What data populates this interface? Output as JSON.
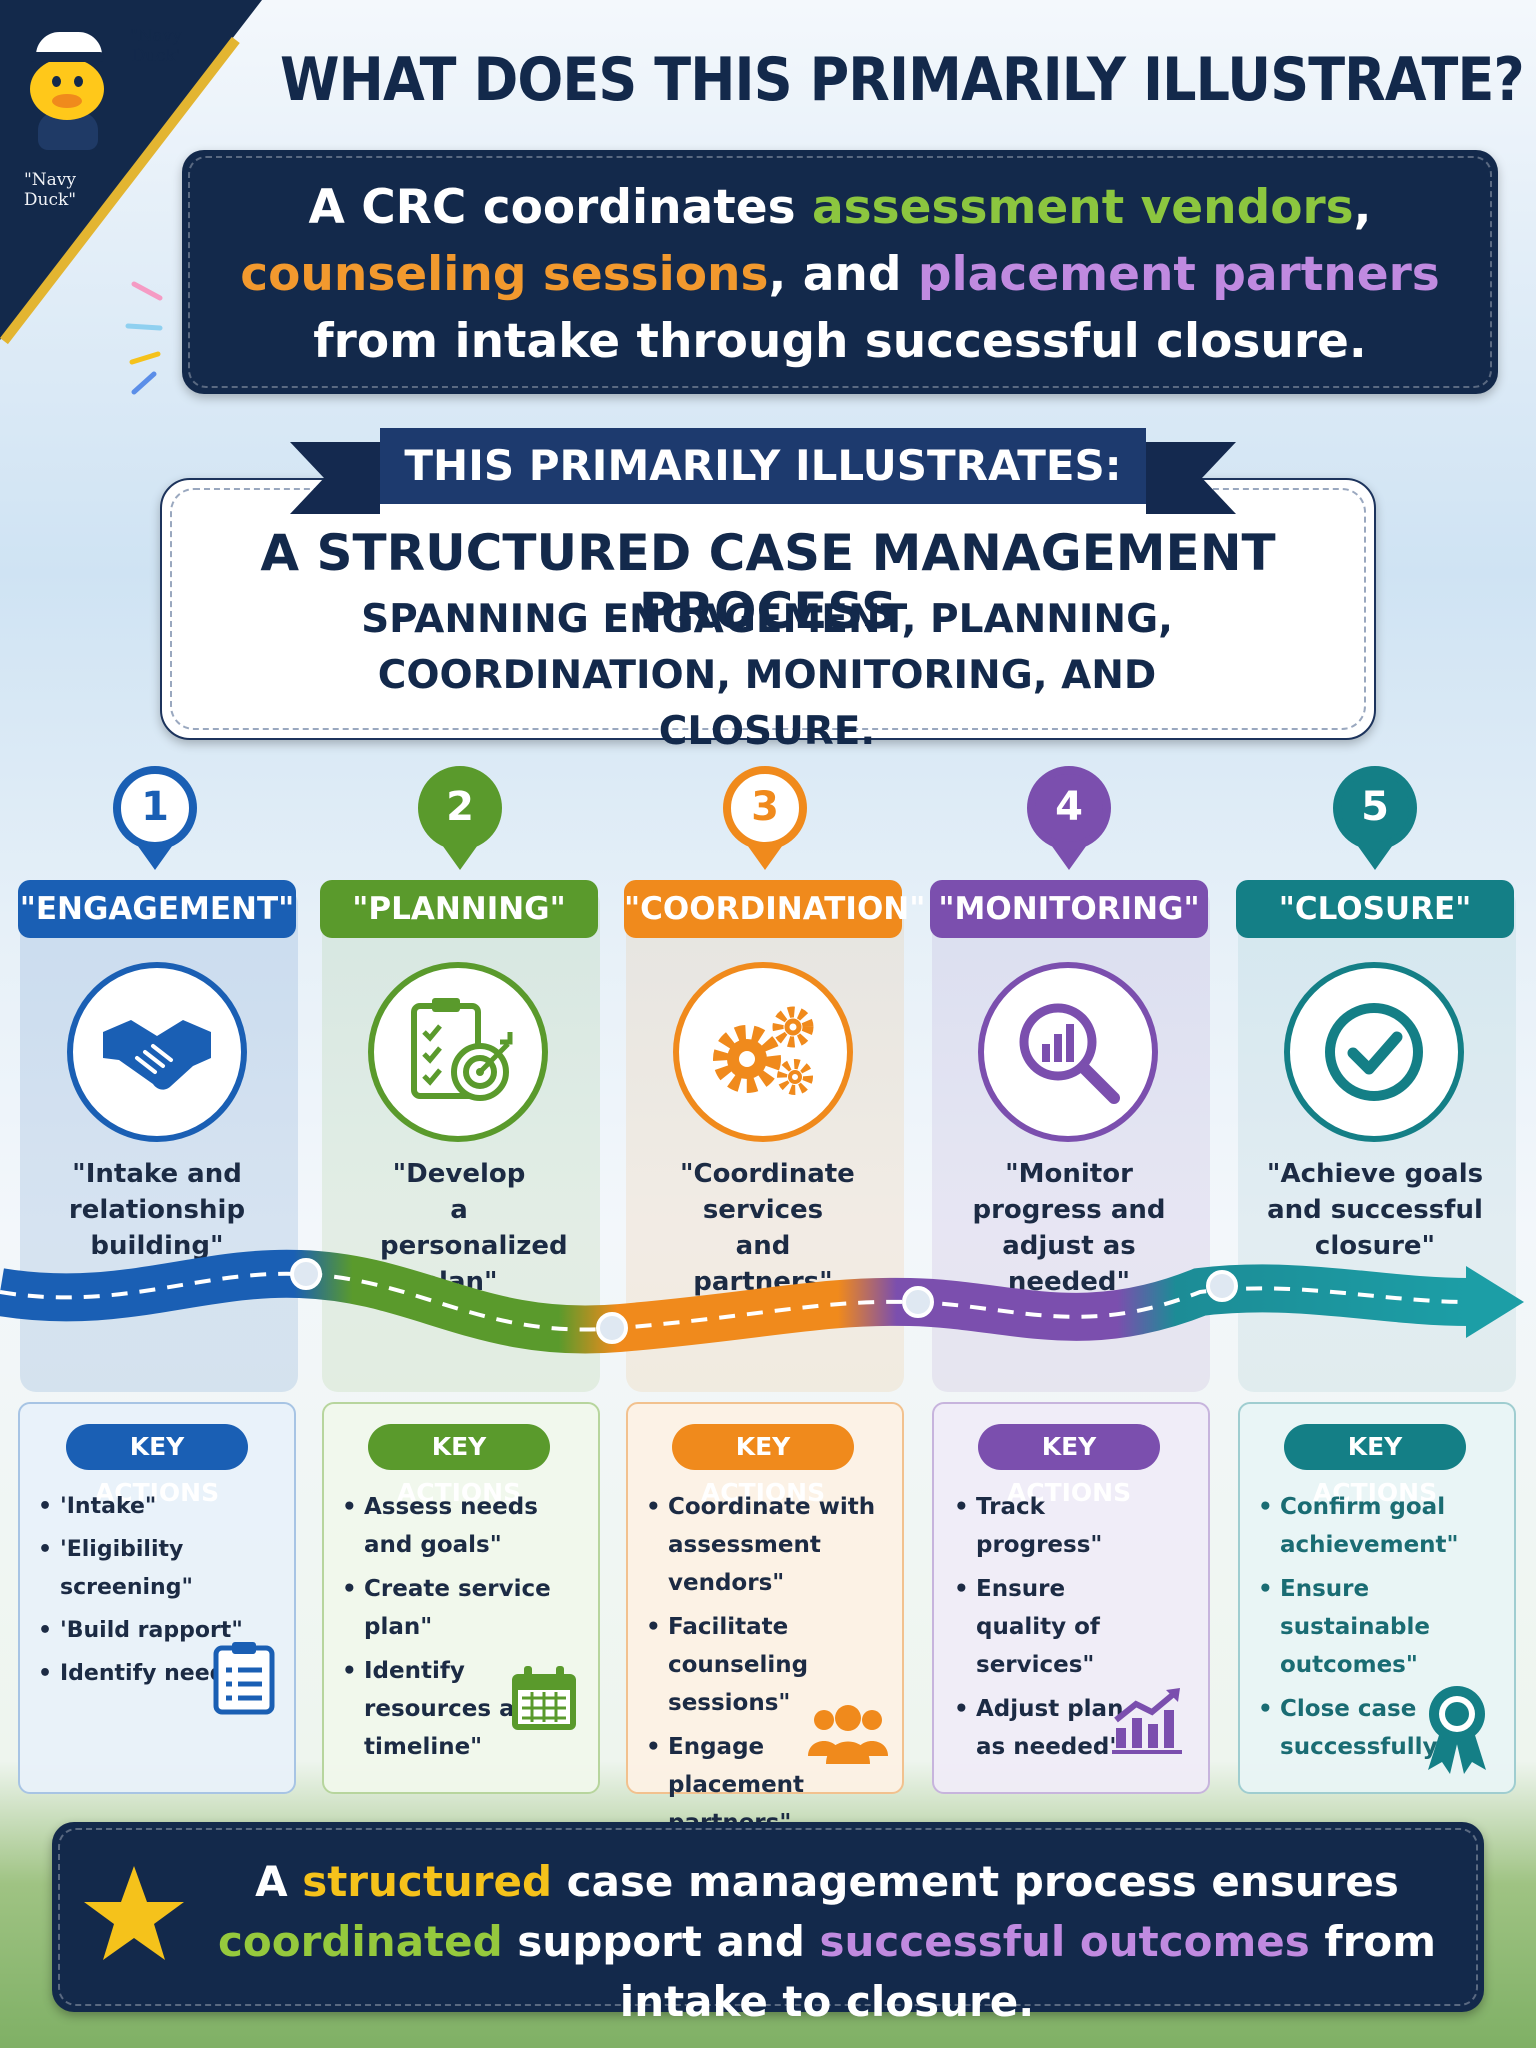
{
  "corner": {
    "mascot_label_top": "\"Navy Duck'",
    "mascot_label_bottom": "\"Navy Duck\""
  },
  "title": "WHAT DOES THIS PRIMARILY ILLUSTRATE?",
  "intro": {
    "t1": "A CRC coordinates ",
    "h1": "assessment vendors",
    "t2": ", ",
    "h2": "counseling sessions",
    "t3": ", and ",
    "h3": "placement partners",
    "t4": " from intake through successful closure."
  },
  "ribbon": "THIS PRIMARILY ILLUSTRATES:",
  "summary": {
    "heading": "A STRUCTURED CASE MANAGEMENT PROCESS",
    "sub": "SPANNING ENGAGEMENT, PLANNING, COORDINATION, MONITORING, AND CLOSURE."
  },
  "steps": [
    {
      "num": "1",
      "title": "\"ENGAGEMENT\"",
      "desc": "\"Intake and relationship building\"",
      "icon": "handshake-icon",
      "color": "#1a5fb4",
      "actions_label": "KEY ACTIONS",
      "actions": [
        "'Intake\"",
        "'Eligibility screening\"",
        "'Build rapport\"",
        "Identify needs\""
      ],
      "action_icon": "clipboard-icon"
    },
    {
      "num": "2",
      "title": "\"PLANNING\"",
      "desc": "\"Develop a personalized plan\"",
      "icon": "plan-target-icon",
      "color": "#5a9a2c",
      "actions_label": "KEY ACTIONS",
      "actions": [
        "Assess needs and goals\"",
        "Create service plan\"",
        "Identify resources and timeline\""
      ],
      "action_icon": "calendar-icon"
    },
    {
      "num": "3",
      "title": "\"COORDINATION\"",
      "desc": "\"Coordinate services and partners\"",
      "icon": "gears-icon",
      "color": "#f08a1c",
      "actions_label": "KEY ACTIONS",
      "actions": [
        "Coordinate with assessment vendors\"",
        "Facilitate counseling sessions\"",
        "Engage placement partners\""
      ],
      "action_icon": "people-icon"
    },
    {
      "num": "4",
      "title": "\"MONITORING\"",
      "desc": "\"Monitor progress and adjust as needed\"",
      "icon": "magnifier-chart-icon",
      "color": "#7b4fae",
      "actions_label": "KEY ACTIONS",
      "actions": [
        "Track progress\"",
        "Ensure quality of services\"",
        "Adjust plan as needed\""
      ],
      "action_icon": "growth-chart-icon"
    },
    {
      "num": "5",
      "title": "\"CLOSURE\"",
      "desc": "\"Achieve goals and successful closure\"",
      "icon": "checkmark-icon",
      "color": "#147f86",
      "actions_label": "KEY ACTIONS",
      "actions": [
        "Confirm goal achievement\"",
        "Ensure sustainable outcomes\"",
        "Close case successfully\""
      ],
      "action_icon": "award-ribbon-icon"
    }
  ],
  "footer": {
    "t1": "A ",
    "h1": "structured",
    "t2": " case management process ensures ",
    "h2": "coordinated",
    "t3": " support and ",
    "h3": "successful outcomes",
    "t4": " from intake to closure."
  },
  "colors": {
    "navy": "#13294b",
    "engagement": "#1a5fb4",
    "planning": "#5a9a2c",
    "coordination": "#f08a1c",
    "monitoring": "#7b4fae",
    "closure": "#147f86"
  }
}
